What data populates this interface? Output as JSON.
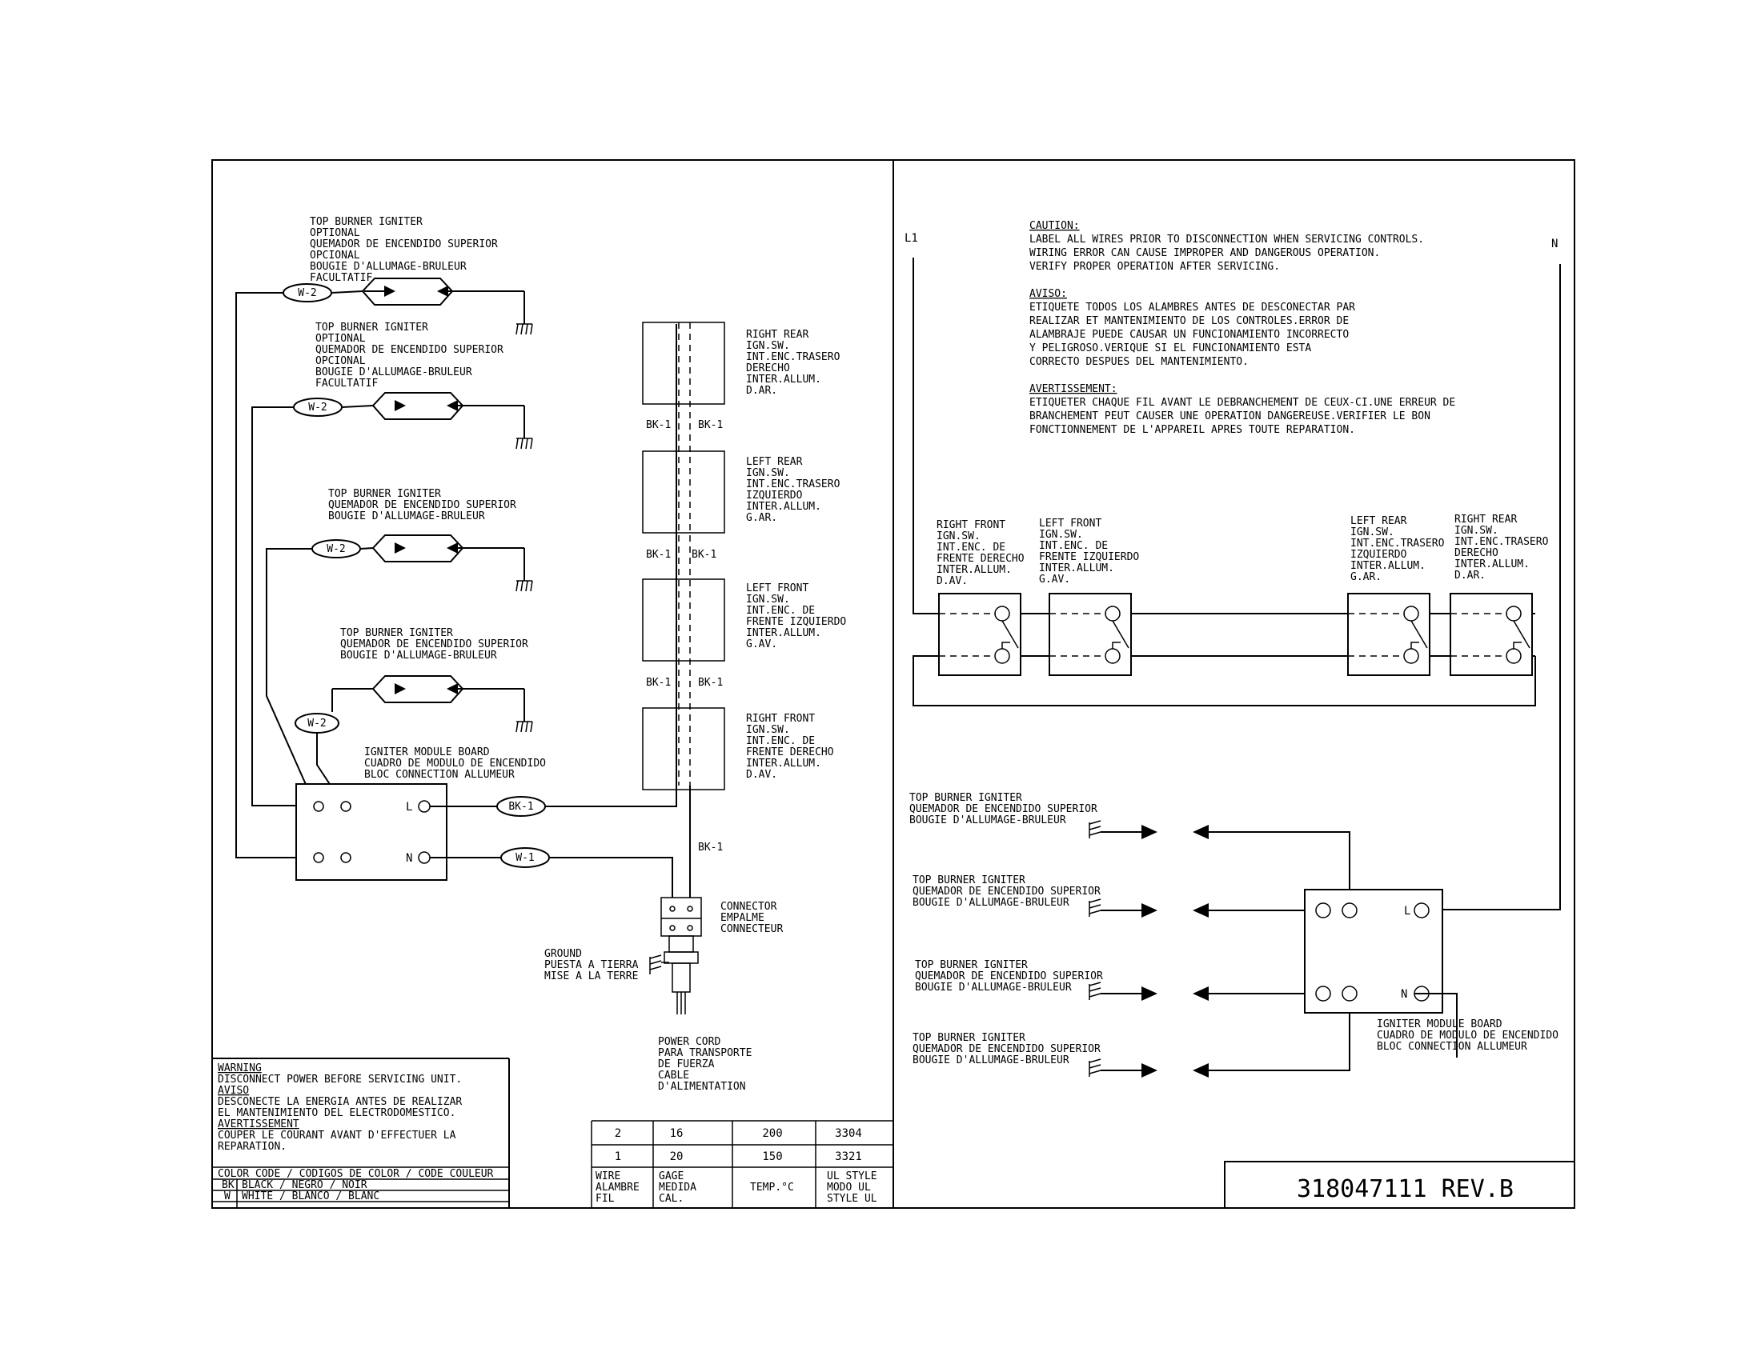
{
  "document_number": "318047111 REV.B",
  "terminal_labels": {
    "l1": "L1",
    "n": "N",
    "l": "L",
    "n_pin": "N"
  },
  "wire_labels": {
    "w2": "W-2",
    "w1": "W-1",
    "bk1": "BK-1"
  },
  "top_burner_igniter_optional": [
    "TOP BURNER IGNITER",
    "OPTIONAL",
    "QUEMADOR DE ENCENDIDO SUPERIOR",
    "OPCIONAL",
    "BOUGIE D'ALLUMAGE-BRULEUR",
    "FACULTATIF"
  ],
  "top_burner_igniter": [
    "TOP BURNER IGNITER",
    "QUEMADOR DE ENCENDIDO SUPERIOR",
    "BOUGIE D'ALLUMAGE-BRULEUR"
  ],
  "igniter_module_board": [
    "IGNITER MODULE BOARD",
    "CUADRO DE MODULO DE ENCENDIDO",
    "BLOC CONNECTION ALLUMEUR"
  ],
  "switches": {
    "right_rear": [
      "RIGHT REAR",
      "IGN.SW.",
      "INT.ENC.TRASERO",
      "DERECHO",
      "INTER.ALLUM.",
      "D.AR."
    ],
    "left_rear": [
      "LEFT REAR",
      "IGN.SW.",
      "INT.ENC.TRASERO",
      "IZQUIERDO",
      "INTER.ALLUM.",
      "G.AR."
    ],
    "left_front": [
      "LEFT FRONT",
      "IGN.SW.",
      "INT.ENC. DE",
      "FRENTE IZQUIERDO",
      "INTER.ALLUM.",
      "G.AV."
    ],
    "right_front": [
      "RIGHT FRONT",
      "IGN.SW.",
      "INT.ENC. DE",
      "FRENTE DERECHO",
      "INTER.ALLUM.",
      "D.AV."
    ]
  },
  "connector": [
    "CONNECTOR",
    "EMPALME",
    "CONNECTEUR"
  ],
  "ground": [
    "GROUND",
    "PUESTA A TIERRA",
    "MISE A LA TERRE"
  ],
  "power_cord": [
    "POWER CORD",
    "PARA TRANSPORTE",
    "DE FUERZA",
    "CABLE",
    "D'ALIMENTATION"
  ],
  "warning": [
    "WARNING",
    "DISCONNECT POWER BEFORE SERVICING UNIT.",
    "AVISO",
    "DESCONECTE LA ENERGIA ANTES DE REALIZAR",
    "EL MANTENIMIENTO DEL ELECTRODOMESTICO.",
    "AVERTISSEMENT",
    "COUPER LE COURANT AVANT D'EFFECTUER LA",
    "REPARATION."
  ],
  "color_code": {
    "header": "COLOR CODE / CODIGOS DE COLOR / CODE COULEUR",
    "rows": [
      {
        "code": "BK",
        "name": "BLACK / NEGRO / NOIR"
      },
      {
        "code": "W",
        "name": "WHITE / BLANCO / BLANC"
      }
    ]
  },
  "wire_table": {
    "rows": [
      [
        "2",
        "16",
        "200",
        "3304"
      ],
      [
        "1",
        "20",
        "150",
        "3321"
      ]
    ],
    "headers": [
      [
        "WIRE",
        "ALAMBRE",
        "FIL"
      ],
      [
        "GAGE",
        "MEDIDA",
        "CAL."
      ],
      [
        "TEMP.°C"
      ],
      [
        "UL STYLE",
        "MODO UL",
        "STYLE UL"
      ]
    ]
  },
  "caution": {
    "en_title": "CAUTION:",
    "en": [
      "LABEL ALL WIRES PRIOR TO DISCONNECTION WHEN SERVICING CONTROLS.",
      "WIRING ERROR CAN CAUSE IMPROPER AND DANGEROUS OPERATION.",
      "VERIFY PROPER OPERATION AFTER SERVICING."
    ],
    "es_title": "AVISO:",
    "es": [
      "ETIQUETE TODOS LOS ALAMBRES ANTES DE DESCONECTAR PAR",
      "REALIZAR ET MANTENIMIENTO DE LOS CONTROLES.ERROR DE",
      "ALAMBRAJE PUEDE CAUSAR UN FUNCIONAMIENTO INCORRECTO",
      "Y PELIGROSO.VERIQUE SI EL FUNCIONAMIENTO ESTA",
      "CORRECTO DESPUES DEL MANTENIMIENTO."
    ],
    "fr_title": "AVERTISSEMENT:",
    "fr": [
      "ETIQUETER CHAQUE FIL AVANT LE DEBRANCHEMENT DE CEUX-CI.UNE ERREUR DE",
      "BRANCHEMENT PEUT CAUSER UNE OPERATION DANGEREUSE.VERIFIER LE BON",
      "FONCTIONNEMENT DE L'APPAREIL APRES TOUTE REPARATION."
    ]
  },
  "schematic_switches": {
    "right_front": [
      "RIGHT FRONT",
      "IGN.SW.",
      "INT.ENC. DE",
      "FRENTE DERECHO",
      "INTER.ALLUM.",
      "D.AV."
    ],
    "left_front": [
      "LEFT FRONT",
      "IGN.SW.",
      "INT.ENC. DE",
      "FRENTE IZQUIERDO",
      "INTER.ALLUM.",
      "G.AV."
    ],
    "left_rear": [
      "LEFT REAR",
      "IGN.SW.",
      "INT.ENC.TRASERO",
      "IZQUIERDO",
      "INTER.ALLUM.",
      "G.AR."
    ],
    "right_rear": [
      "RIGHT REAR",
      "IGN.SW.",
      "INT.ENC.TRASERO",
      "DERECHO",
      "INTER.ALLUM.",
      "D.AR."
    ]
  }
}
